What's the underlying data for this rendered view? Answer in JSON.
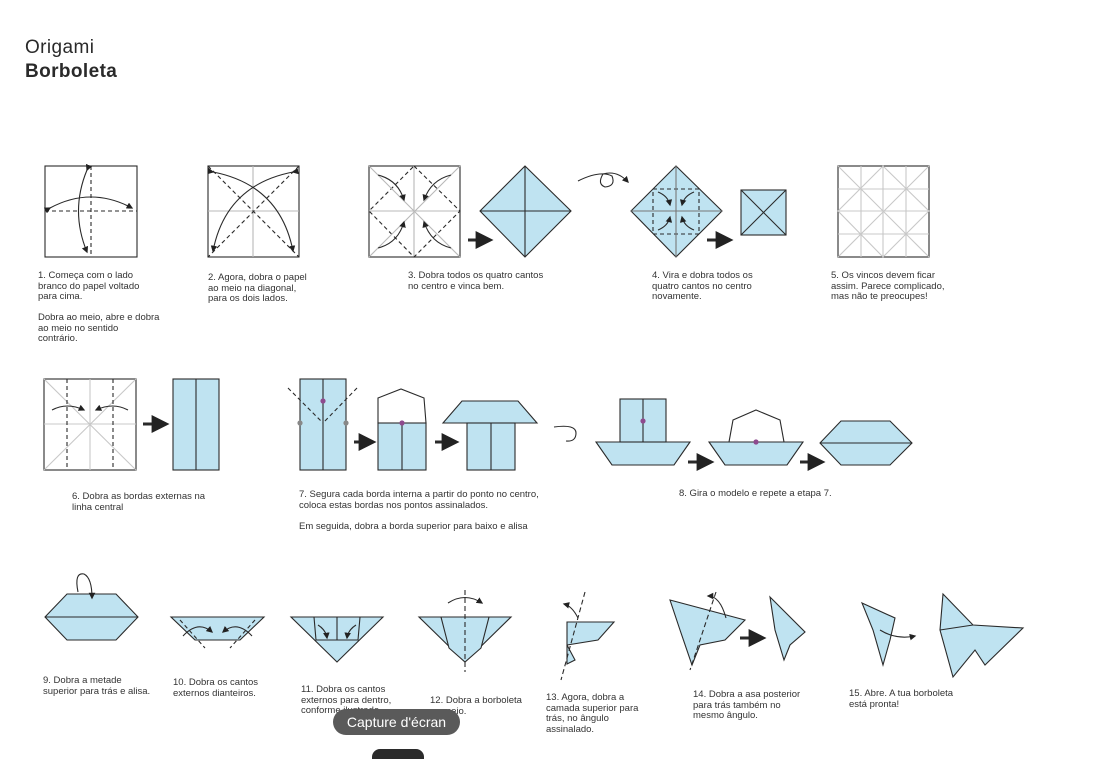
{
  "header": {
    "title_line1": "Origami",
    "title_line2": "Borboleta"
  },
  "steps": [
    {
      "text": "1. Começa com o lado\nbranco do papel voltado\npara cima.\n\nDobra ao meio, abre e dobra\nao meio no sentido\ncontrário."
    },
    {
      "text": "2. Agora, dobra o papel\nao meio na diagonal,\npara os dois lados."
    },
    {
      "text": "3. Dobra todos os quatro cantos\nno centro e vinca bem."
    },
    {
      "text": "4. Vira e dobra todos os\nquatro cantos no centro\nnovamente."
    },
    {
      "text": "5. Os vincos devem ficar\nassim. Parece complicado,\nmas não te preocupes!"
    },
    {
      "text": "6. Dobra as bordas externas na\nlinha central"
    },
    {
      "text": "7. Segura cada borda interna a partir do ponto no centro,\ncoloca estas bordas nos pontos assinalados.\n\nEm seguida, dobra a borda superior para baixo e alisa"
    },
    {
      "text": "8. Gira o modelo e repete a etapa 7."
    },
    {
      "text": "9. Dobra a metade\nsuperior para trás e alisa."
    },
    {
      "text": "10. Dobra os cantos\nexternos dianteiros."
    },
    {
      "text": "11. Dobra os cantos\nexternos para dentro,\nconforme ilustrado."
    },
    {
      "text": "12. Dobra a borboleta\nao meio."
    },
    {
      "text": "13. Agora, dobra a\ncamada superior para\ntrás, no ângulo\nassinalado."
    },
    {
      "text": "14. Dobra a asa posterior\npara trás também no\nmesmo ângulo."
    },
    {
      "text": "15. Abre. A tua borboleta\nestá pronta!"
    }
  ],
  "overlay": {
    "tooltip": "Capture d'écran"
  },
  "colors": {
    "paper_blue": "#bfe3f1",
    "outline": "#2a2a2a",
    "marker": "#8e4a8e",
    "crease": "#b8b8b8"
  }
}
